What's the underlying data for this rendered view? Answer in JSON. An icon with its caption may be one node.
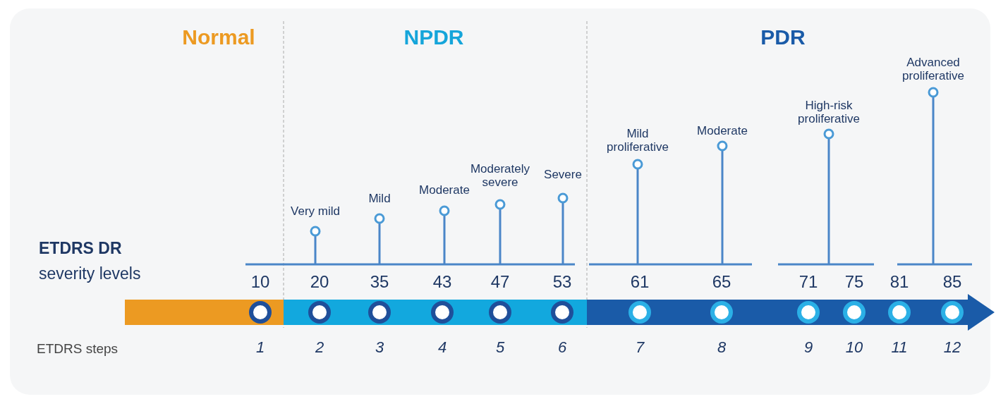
{
  "diagram": {
    "labels": [
      "Normal",
      "NPDR",
      "PDR",
      "ETDRS DR",
      "severity levels",
      "Very mild",
      "Mild",
      "Moderate",
      "Moderately severe",
      "Severe",
      "Mild proliferative",
      "Moderate",
      "High-risk proliferative",
      "Advanced proliferative",
      "10",
      "20",
      "35",
      "43",
      "47",
      "53",
      "61",
      "65",
      "71",
      "75",
      "81",
      "85",
      "ETDRS steps",
      "1",
      "2",
      "3",
      "4",
      "5",
      "6",
      "7",
      "8",
      "9",
      "10",
      "11",
      "12"
    ]
  }
}
